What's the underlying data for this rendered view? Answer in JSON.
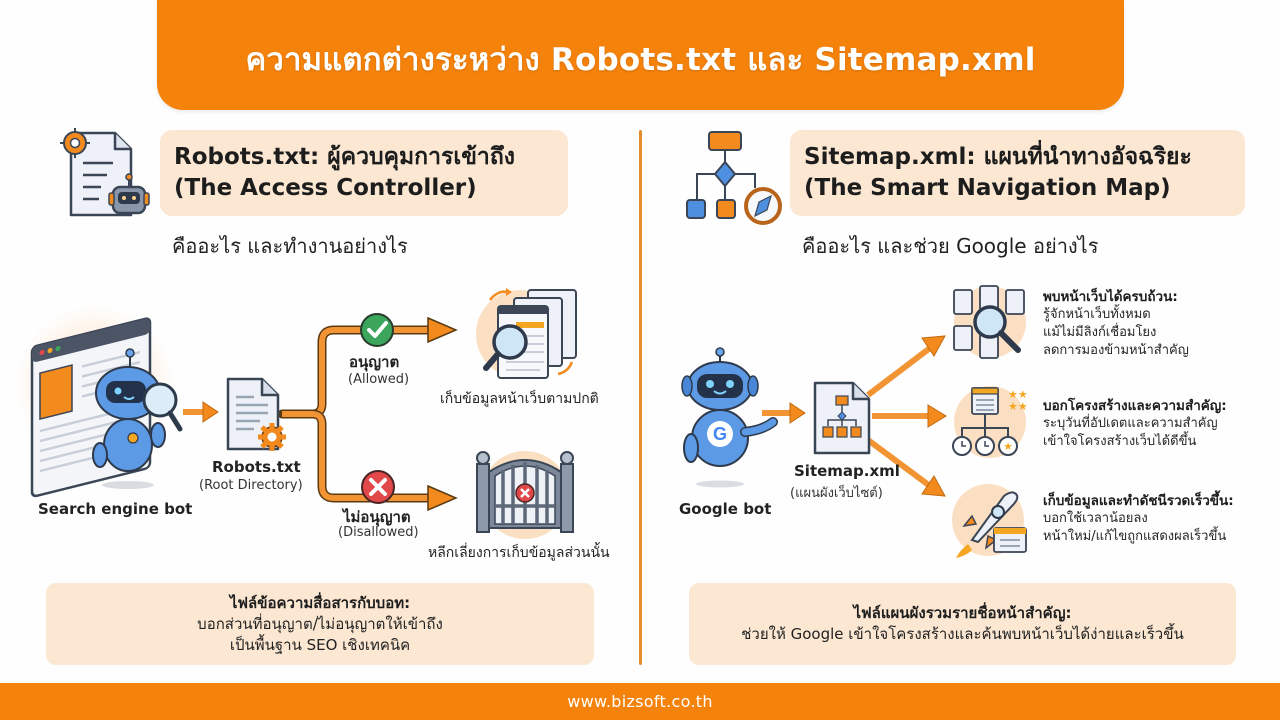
{
  "header": {
    "title": "ความแตกต่างระหว่าง Robots.txt และ Sitemap.xml"
  },
  "colors": {
    "brand_orange": "#f5820a",
    "panel_peach": "#fbe7d2",
    "divider": "#e48d2f",
    "allowed_green": "#3aa55b",
    "disallowed_red": "#e0484a",
    "bot_blue": "#4f8fe0"
  },
  "robots": {
    "title_line1": "Robots.txt: ผู้ควบคุมการเข้าถึง",
    "title_line2": "(The Access Controller)",
    "subheading": "คืออะไร และทำงานอย่างไร",
    "header_icon": "document-gear-robot-icon",
    "bot_label": "Search engine bot",
    "bot_icon": "robot-magnifier-icon",
    "file_label": "Robots.txt",
    "file_sublabel": "(Root Directory)",
    "file_icon": "document-gear-icon",
    "allowed": {
      "label": "อนุญาต",
      "sublabel": "(Allowed)",
      "icon": "check-circle-icon",
      "result_icon": "pages-magnifier-icon",
      "result_caption": "เก็บข้อมูลหน้าเว็บตามปกติ"
    },
    "disallowed": {
      "label": "ไม่อนุญาต",
      "sublabel": "(Disallowed)",
      "icon": "x-circle-icon",
      "result_icon": "locked-gate-icon",
      "result_caption": "หลีกเลี่ยงการเก็บข้อมูลส่วนนั้น"
    },
    "summary": {
      "title": "ไฟล์ข้อความสื่อสารกับบอท:",
      "line1": "บอกส่วนที่อนุญาต/ไม่อนุญาตให้เข้าถึง",
      "line2": "เป็นพื้นฐาน SEO เชิงเทคนิค"
    }
  },
  "sitemap": {
    "title_line1": "Sitemap.xml: แผนที่นำทางอัจฉริยะ",
    "title_line2": "(The Smart Navigation Map)",
    "subheading": "คืออะไร และช่วย Google อย่างไร",
    "header_icon": "flowchart-compass-icon",
    "bot_label": "Google bot",
    "bot_icon": "google-robot-icon",
    "file_label": "Sitemap.xml",
    "file_sublabel": "(แผนผังเว็บไซต์)",
    "file_icon": "document-sitemap-icon",
    "benefits": [
      {
        "icon": "pages-magnifier-icon",
        "title": "พบหน้าเว็บได้ครบถ้วน:",
        "lines": [
          "รู้จักหน้าเว็บทั้งหมด",
          "แม้ไม่มีลิงก์เชื่อมโยง",
          "ลดการมองข้ามหน้าสำคัญ"
        ]
      },
      {
        "icon": "structure-clock-star-icon",
        "title": "บอกโครงสร้างและความสำคัญ:",
        "lines": [
          "ระบุวันที่อัปเดตและความสำคัญ",
          "เข้าใจโครงสร้างเว็บได้ดีขึ้น"
        ]
      },
      {
        "icon": "rocket-icon",
        "title": "เก็บข้อมูลและทำดัชนีรวดเร็วขึ้น:",
        "lines": [
          "บอกใช้เวลาน้อยลง",
          "หน้าใหม่/แก้ไขถูกแสดงผลเร็วขึ้น"
        ]
      }
    ],
    "summary": {
      "title": "ไฟล์แผนผังรวมรายชื่อหน้าสำคัญ:",
      "line1": "ช่วยให้ Google เข้าใจโครงสร้างและค้นพบหน้าเว็บได้ง่ายและเร็วขึ้น"
    }
  },
  "footer": {
    "url": "www.bizsoft.co.th"
  }
}
